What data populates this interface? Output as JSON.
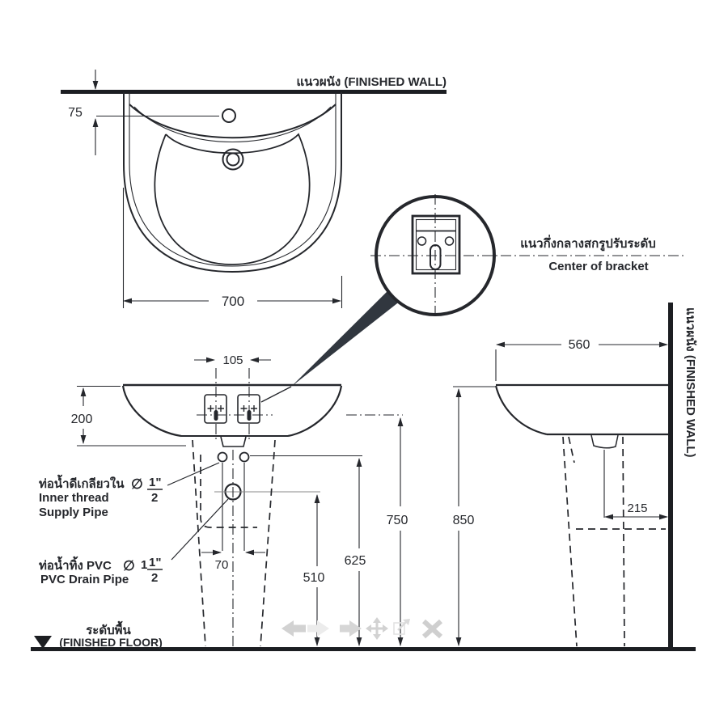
{
  "labels": {
    "top_wall": "แนวผนัง  (FINISHED  WALL)",
    "right_wall": "แนวผนัง (FINISHED WALL)",
    "bracket_thai": "แนวกึ่งกลางสกรูปรับระดับ",
    "bracket_en": "Center of bracket",
    "floor_thai": "ระดับพื้น",
    "floor_en": "(FINISHED FLOOR)",
    "supply_thai": "ท่อน้ำดีเกลียวใน",
    "supply_en_line1": "Inner thread",
    "supply_en_line2": "Supply Pipe",
    "drain_thai": "ท่อน้ำทิ้ง PVC",
    "drain_en": "PVC Drain Pipe",
    "supply_diameter_symbol": "∅",
    "drain_diameter_symbol": "∅",
    "supply_size": {
      "numerator": "1\"",
      "denominator": "2"
    },
    "drain_size": {
      "whole": "1",
      "numerator": "1\"",
      "denominator": "2"
    }
  },
  "dimensions": {
    "faucet_to_wall": "75",
    "basin_width": "700",
    "bracket_spacing": "105",
    "basin_front_height": "200",
    "supply_pipe_spacing": "70",
    "drain_height": "510",
    "supply_height": "625",
    "bracket_height": "750",
    "rim_height": "850",
    "basin_depth": "560",
    "drain_to_wall": "215"
  },
  "colors": {
    "ink": "#25272c",
    "watermark": "#d2d2d2"
  }
}
